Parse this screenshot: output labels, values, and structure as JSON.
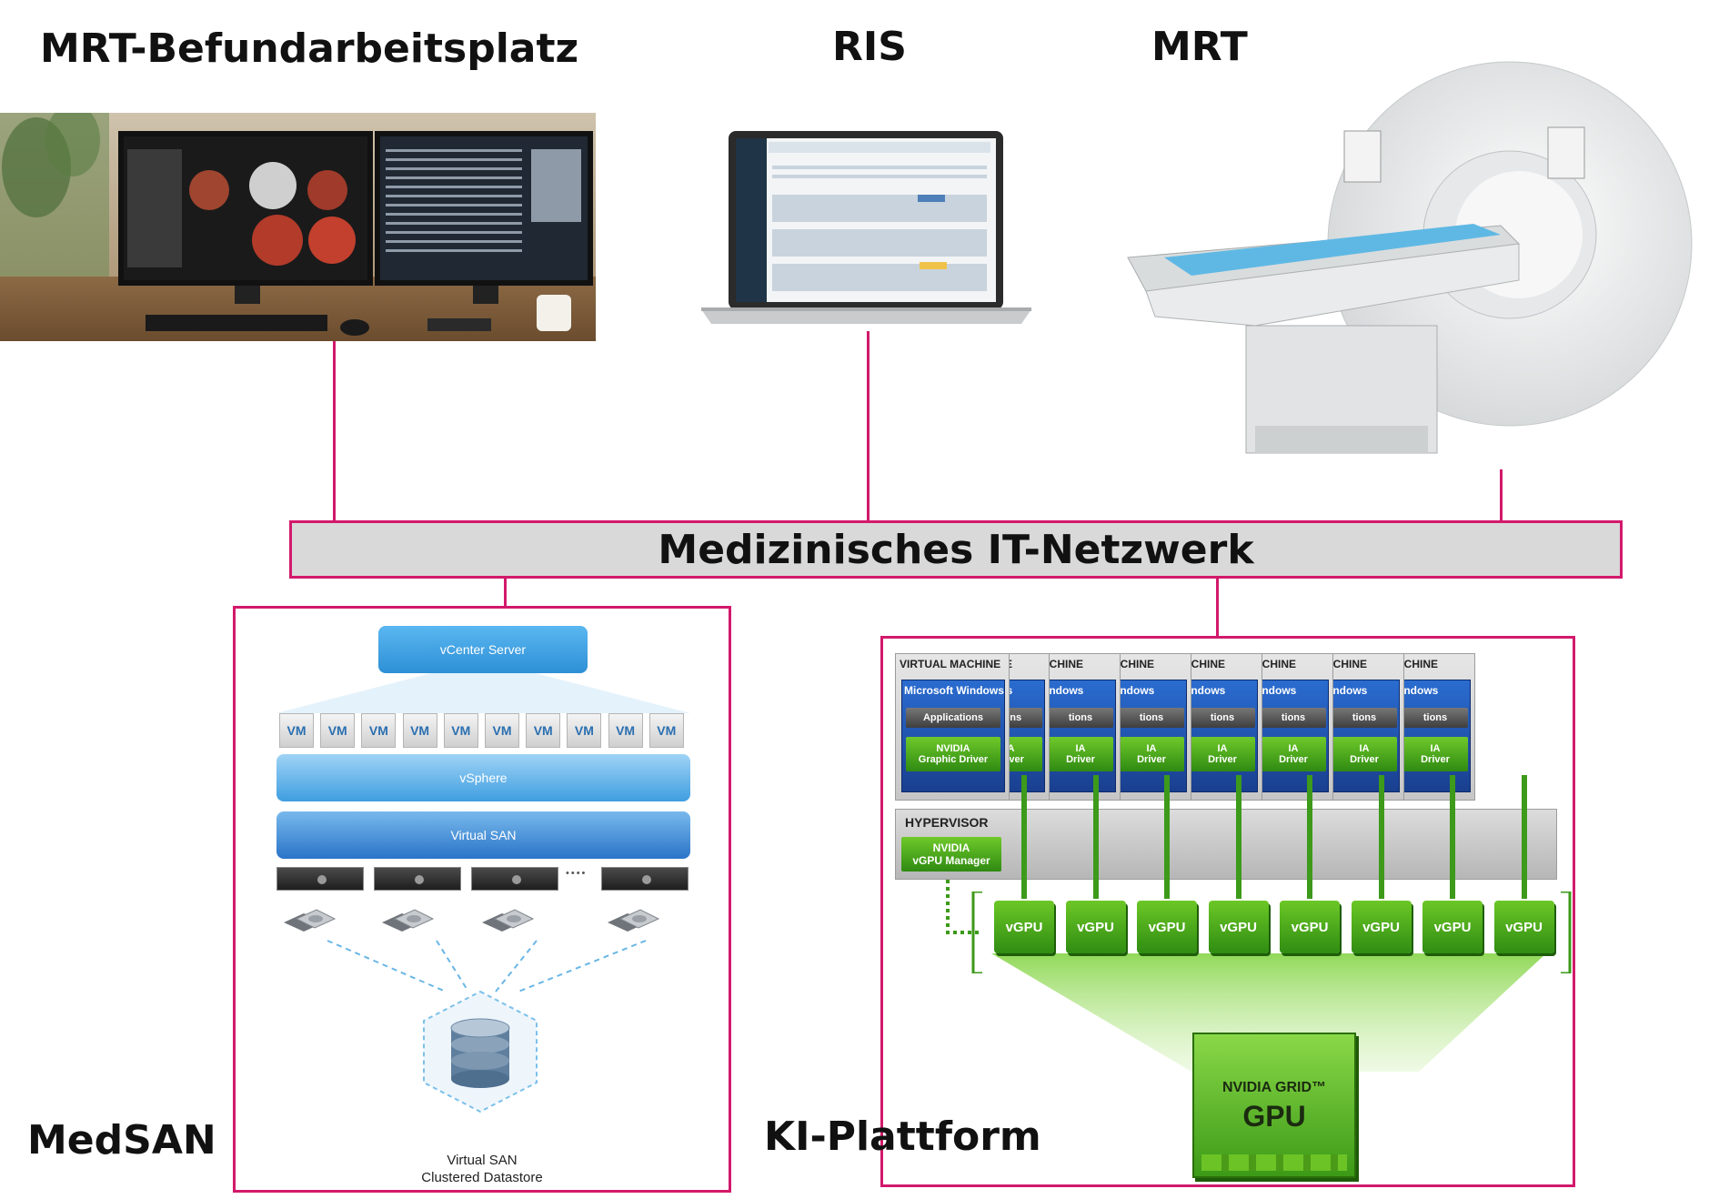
{
  "titles": {
    "workstation": "MRT-Befundarbeitsplatz",
    "ris": "RIS",
    "mrt": "MRT",
    "network": "Medizinisches IT-Netzwerk",
    "medsan": "MedSAN",
    "ki": "KI-Plattform"
  },
  "colors": {
    "connector": "#d2196b",
    "network_bar": "#d9d9d9",
    "nvidia_green": "#5cb81f",
    "vmware_blue": "#2d8fd6"
  },
  "vsan": {
    "vcenter": "vCenter Server",
    "vm_label": "VM",
    "vm_count": 10,
    "vsphere": "vSphere",
    "virtual_san": "Virtual SAN",
    "ellipsis": "••••",
    "datastore_line1": "Virtual SAN",
    "datastore_line2": "Clustered Datastore"
  },
  "grid": {
    "vm_header_first": "VIRTUAL MACHINE",
    "vm_header_rest": "ACHINE",
    "os_first": "Microsoft Windows",
    "os_rest": "indows",
    "apps_first": "Applications",
    "apps_rest": "tions",
    "driver_first": "NVIDIA\nGraphic Driver",
    "driver_rest": "IA\nDriver",
    "hypervisor": "HYPERVISOR",
    "manager": "NVIDIA\nvGPU Manager",
    "vgpu_label": "vGPU",
    "vgpu_count": 8,
    "gpu_brand": "NVIDIA GRID™",
    "gpu_label": "GPU"
  }
}
